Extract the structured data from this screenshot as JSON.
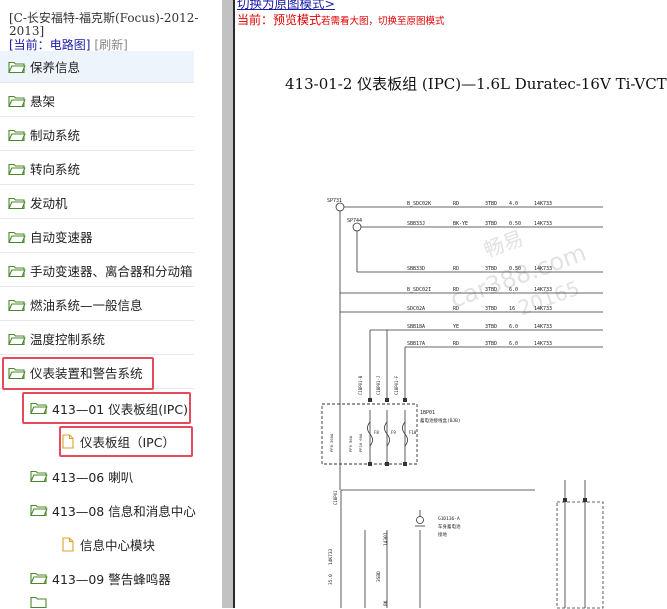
{
  "breadcrumb": "[C-长安福特-福克斯(Focus)-2012-2013]",
  "current": {
    "prefix": "[当前：",
    "value": "电路图",
    "suffix": "]",
    "refresh": "[刷新]"
  },
  "tree": {
    "items": [
      {
        "label": "保养信息"
      },
      {
        "label": "悬架"
      },
      {
        "label": "制动系统"
      },
      {
        "label": "转向系统"
      },
      {
        "label": "发动机"
      },
      {
        "label": "自动变速器"
      },
      {
        "label": "手动变速器、离合器和分动箱"
      },
      {
        "label": "燃油系统—一般信息"
      },
      {
        "label": "温度控制系统"
      },
      {
        "label": "仪表装置和警告系统"
      },
      {
        "label": "413—01 仪表板组(IPC)"
      },
      {
        "label": "仪表板组（IPC）"
      },
      {
        "label": "413—06 喇叭"
      },
      {
        "label": "413—08 信息和消息中心"
      },
      {
        "label": "信息中心模块"
      },
      {
        "label": "413—09 警告蜂鸣器"
      }
    ]
  },
  "viewer": {
    "switch_link": "切换为原图模式>",
    "mode_prefix": "当前：预览模式",
    "mode_hint": "若需看大图，切换至原图模式",
    "doc_title": "413-01-2 仪表板组 (IPC)—1.6L Duratec-16V Ti-VCT"
  },
  "schematic": {
    "splices": [
      "SP731",
      "SP744"
    ],
    "wires": [
      {
        "circuit": "B_SDC02K",
        "color": "RD",
        "pin": "3TBD",
        "size": "4.0",
        "harness": "14K733"
      },
      {
        "circuit": "SBB33J",
        "color": "BK-YE",
        "pin": "3TBD",
        "size": "0.50",
        "harness": "14K733"
      },
      {
        "circuit": "SBB33D",
        "color": "RD",
        "pin": "3TBD",
        "size": "0.50",
        "harness": "14K733"
      },
      {
        "circuit": "B_SDC02I",
        "color": "RD",
        "pin": "3TBD",
        "size": "6.0",
        "harness": "14K733"
      },
      {
        "circuit": "SDC02A",
        "color": "RD",
        "pin": "3TBD",
        "size": "16",
        "harness": "14K733"
      },
      {
        "circuit": "SBB18A",
        "color": "YE",
        "pin": "3TBD",
        "size": "6.0",
        "harness": "14K733"
      },
      {
        "circuit": "SBB17A",
        "color": "RD",
        "pin": "3TBD",
        "size": "6.0",
        "harness": "14K733"
      }
    ],
    "fuse_box": {
      "id": "1BP01",
      "name": "蓄电池接线盒(BJB)"
    },
    "fuses": [
      "F8",
      "F9",
      "F10"
    ],
    "connectors": [
      "C1BP01-B",
      "C1BP01-J",
      "C1BP01-F"
    ],
    "fuse_ratings": [
      "PF8 200A",
      "PF9 50A",
      "PF10 60A"
    ],
    "ground": {
      "id": "G1D136-A",
      "line1": "车身蓄电池",
      "line2": "接地"
    },
    "vertical_labels": [
      "C1BP01",
      "14K733",
      "35.0",
      "3SBD",
      "14301",
      "BK"
    ],
    "watermarks": [
      "畅易",
      "car388.com",
      "20165"
    ]
  }
}
